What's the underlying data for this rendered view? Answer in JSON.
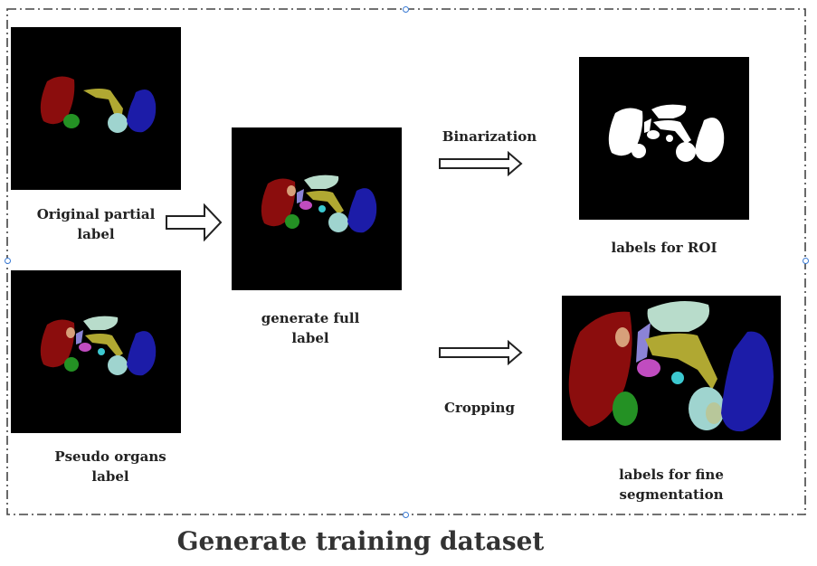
{
  "labels": {
    "original_partial": "Original partial label",
    "pseudo_organs": "Pseudo organs label",
    "generate_full": "generate full label",
    "binarization": "Binarization",
    "cropping": "Cropping",
    "roi": "labels for ROI",
    "fine_seg": "labels for fine segmentation"
  },
  "title": "Generate training dataset",
  "colors": {
    "liver": "#8b0d0d",
    "spleen": "#1c1ca8",
    "stomach_yellow": "#b0a832",
    "kidney_green": "#249124",
    "gall_cyan": "#9fd4cf",
    "pancreas_mint": "#b8dccb",
    "magenta": "#c04cc0",
    "tan": "#d7a07a",
    "lavender": "#8b83d6",
    "dot_cyan": "#3cc8d0",
    "frame": "#444444"
  }
}
